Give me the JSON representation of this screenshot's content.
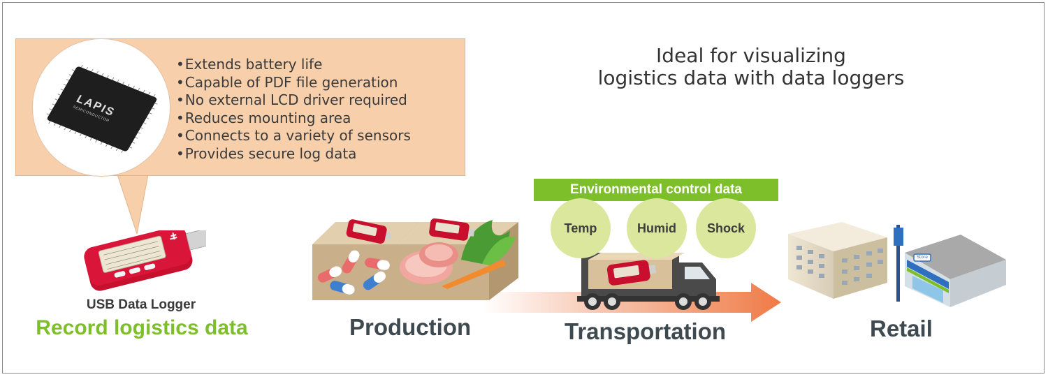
{
  "features": [
    "Extends battery life",
    "Capable of PDF file generation",
    "No external LCD driver required",
    "Reduces mounting area",
    "Connects to a variety of sensors",
    "Provides secure log data"
  ],
  "chip": {
    "brand": "LAPIS",
    "sub": "SEMICONDUCTOR"
  },
  "headline": {
    "line1": "Ideal for visualizing",
    "line2": "logistics data with data loggers"
  },
  "environment": {
    "banner": "Environmental control data",
    "sensors": [
      "Temp",
      "Humid",
      "Shock"
    ]
  },
  "device": {
    "caption": "USB Data Logger",
    "subtitle": "Record logistics data"
  },
  "stages": {
    "production": "Production",
    "transportation": "Transportation",
    "retail": "Retail"
  },
  "store_sign": "Store",
  "colors": {
    "bubble": "#f7cfab",
    "green_accent": "#7dbf2a",
    "sensor_circle": "#dbe79d",
    "logger_red": "#c8102e",
    "arrow_orange": "#f08a5d",
    "label_dark": "#3f4a50"
  }
}
